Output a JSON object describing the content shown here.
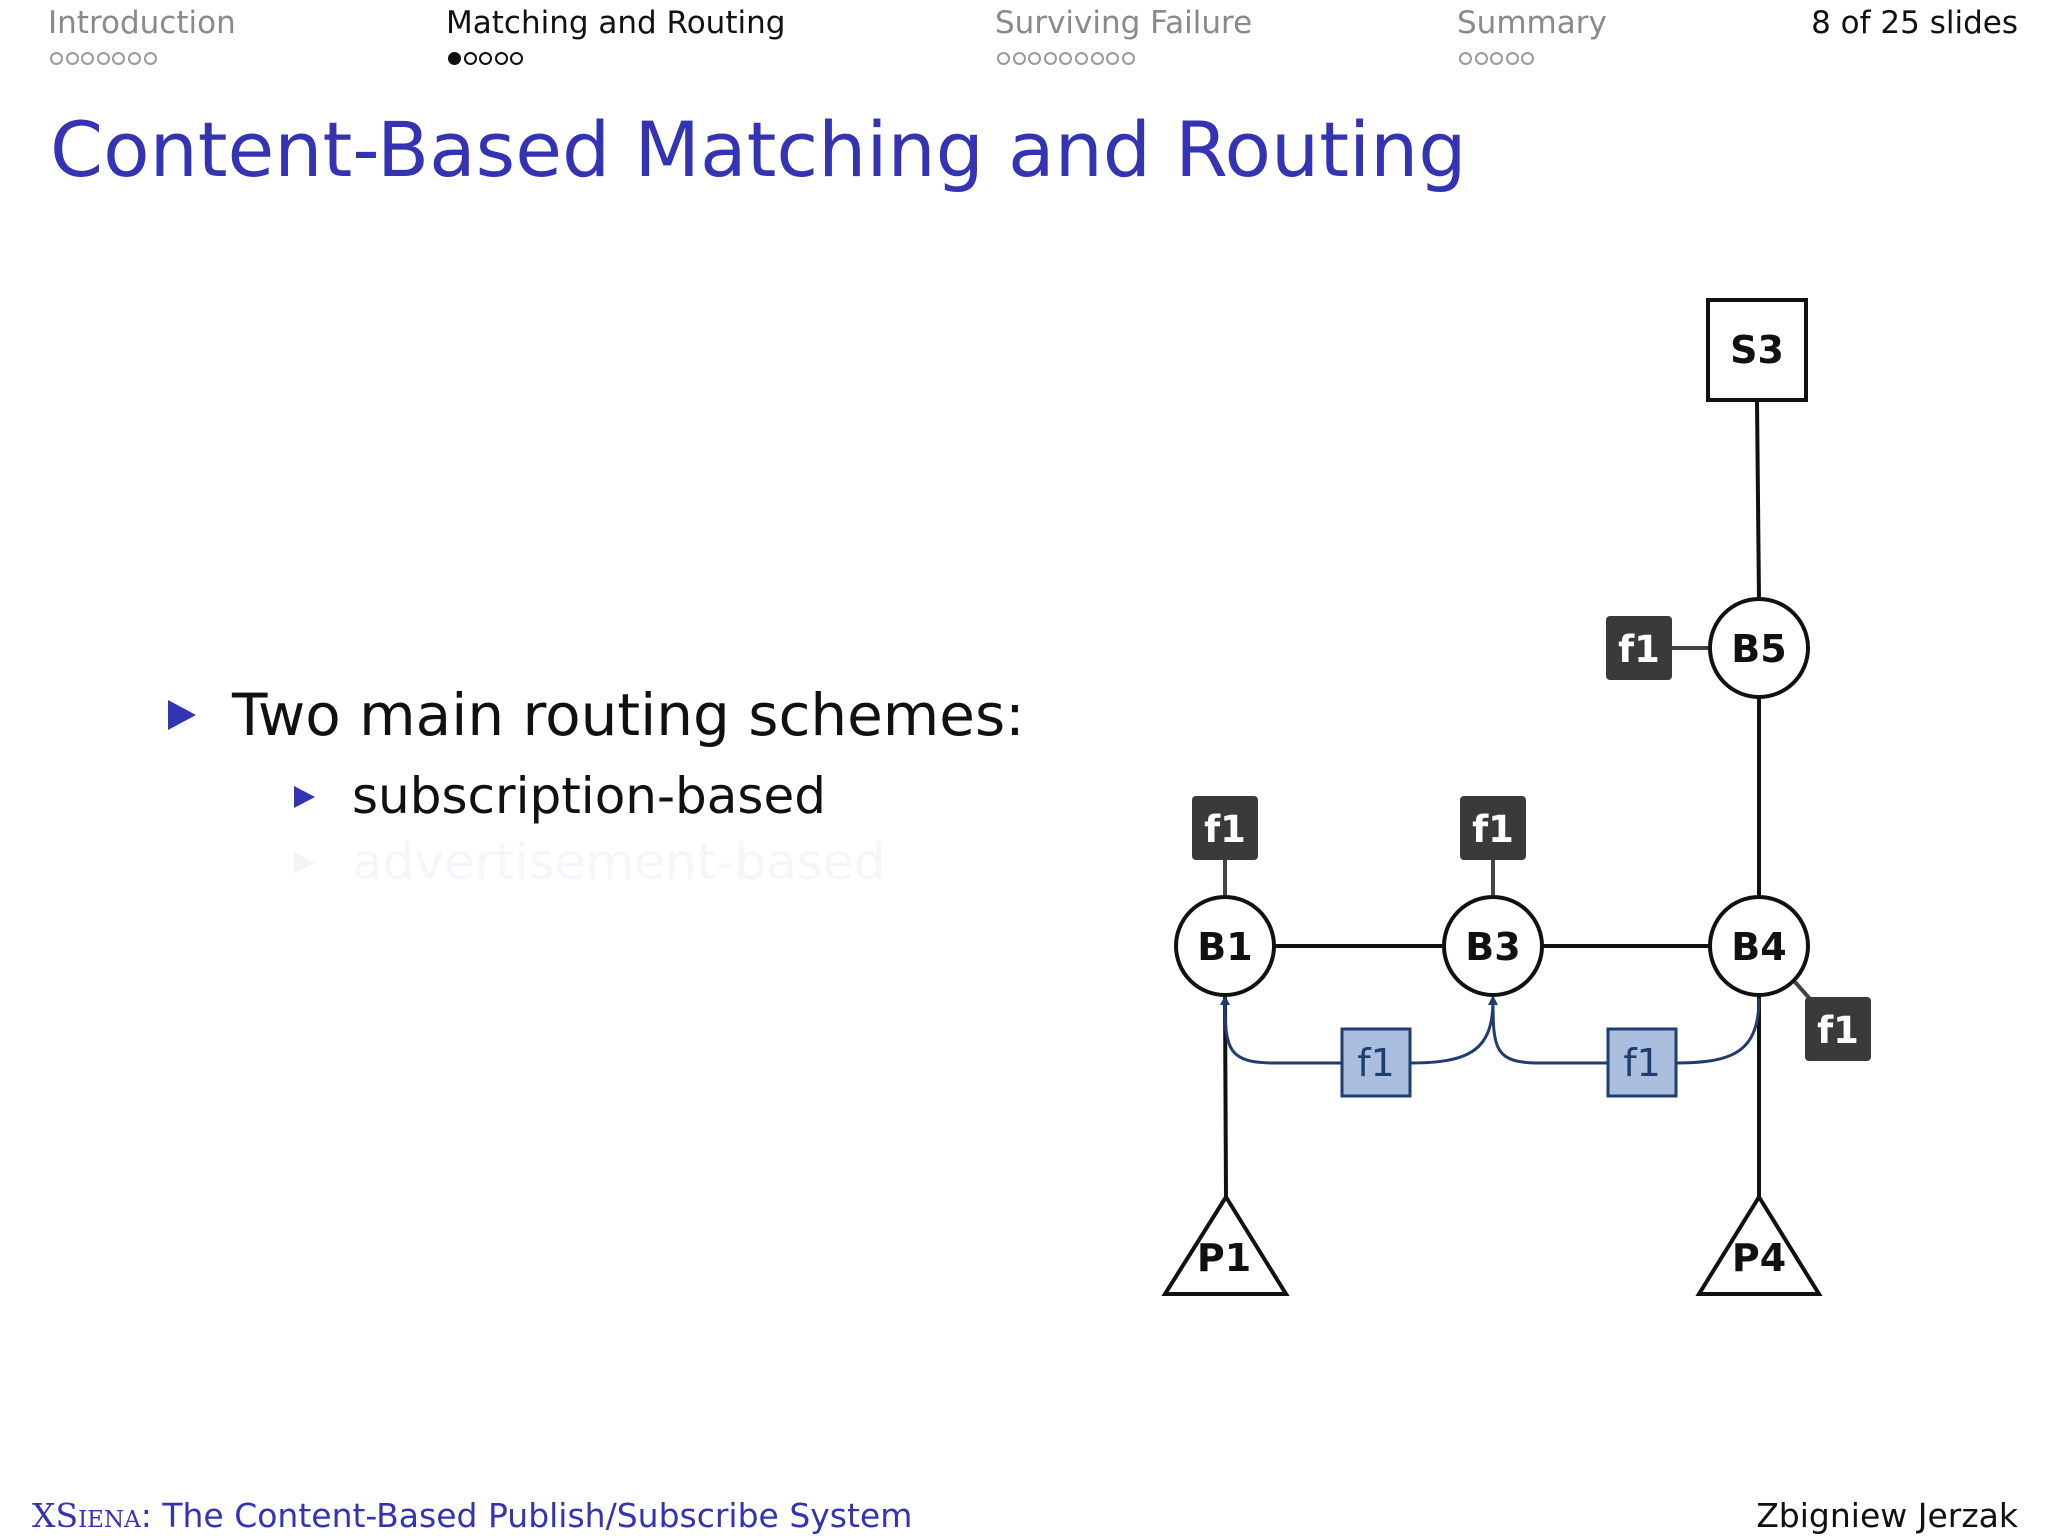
{
  "nav": {
    "sections": [
      {
        "label": "Introduction",
        "dots": 7,
        "filled": 0,
        "active": false
      },
      {
        "label": "Matching and Routing",
        "dots": 5,
        "filled": 1,
        "active": true
      },
      {
        "label": "Surviving Failure",
        "dots": 9,
        "filled": 0,
        "active": false
      },
      {
        "label": "Summary",
        "dots": 5,
        "filled": 0,
        "active": false
      }
    ],
    "slide_count": "8 of 25 slides"
  },
  "slide": {
    "title": "Content-Based Matching and Routing",
    "bullets": {
      "main": "Two main routing schemes:",
      "sub1": "subscription-based",
      "sub2": "advertisement-based"
    }
  },
  "diagram": {
    "subscriber": "S3",
    "brokers": [
      "B5",
      "B1",
      "B3",
      "B4"
    ],
    "publishers": [
      "P1",
      "P4"
    ],
    "filter_label": "f1"
  },
  "footer": {
    "system_name": "XSiena",
    "subtitle": ": The Content-Based Publish/Subscribe System",
    "author": "Zbigniew Jerzak"
  },
  "colors": {
    "accent": "#3333b3",
    "filter_box_fill": "#aabfdd",
    "filter_box_stroke": "#1f3d70",
    "label_box": "#3a3a3a"
  }
}
